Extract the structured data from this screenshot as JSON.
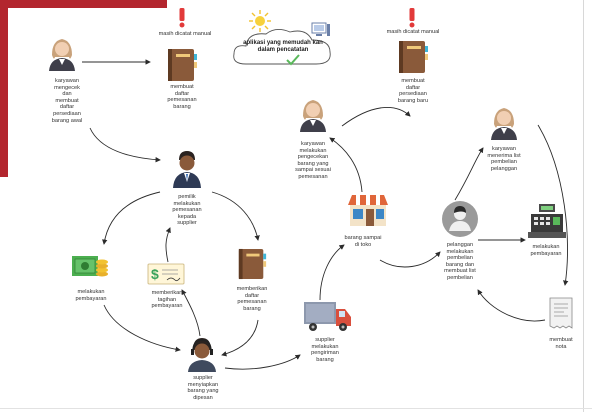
{
  "colors": {
    "frame": "#b3262e",
    "arrow": "#2b2b2b",
    "book": "#8a5a3a",
    "money": "#4caf50",
    "truck": "#d94f3d",
    "store": "#e0663a"
  },
  "labels": {
    "karyawan_cek": [
      "karyawan",
      "mengecek",
      "dan",
      "membuat",
      "daftar",
      "persediaan",
      "barang awal"
    ],
    "masih_manual_1": "masih dicatat manual",
    "buat_daftar_pesanan": [
      "membuat",
      "daftar",
      "pemesanan",
      "barang"
    ],
    "cloud": [
      "aplikasi yang memudah kan",
      "dalam pencatatan"
    ],
    "masih_manual_2": "masih dicatat manual",
    "buat_persediaan_baru": [
      "membuat",
      "daftar",
      "persediaan",
      "barang baru"
    ],
    "karyawan_pengecekan": [
      "karyawan",
      "melakukan",
      "pengecekan",
      "barang yang",
      "sampai sesuai",
      "pemesanan"
    ],
    "karyawan_terima_list": [
      "karyawan",
      "menerima list",
      "pembelian",
      "pelanggan"
    ],
    "pemilik": [
      "pemilik",
      "melakukan",
      "pemesanan",
      "kepada",
      "supplier"
    ],
    "barang_sampai": [
      "barang sampai",
      "di toko"
    ],
    "pelanggan": [
      "pelanggan",
      "melakukan",
      "pembelian",
      "barang dan",
      "membuat list",
      "pembelian"
    ],
    "bayar_kasir": [
      "melakukan",
      "pembayaran"
    ],
    "bayar_supplier": [
      "melakukan",
      "pembayaran"
    ],
    "tagihan": [
      "memberikan",
      "tagihan",
      "pembayaran"
    ],
    "berikan_daftar": [
      "memberikan",
      "daftar",
      "pemesanan",
      "barang"
    ],
    "supplier_kirim": [
      "supplier",
      "melakukan",
      "pengiriman",
      "barang"
    ],
    "nota": [
      "membuat",
      "nota"
    ],
    "supplier_siapkan": [
      "supplier",
      "menyiapkan",
      "barang yang",
      "dipesan"
    ]
  },
  "icons": [
    "person-female-icon",
    "exclamation-icon",
    "notebook-icon",
    "sun-icon",
    "cloud-icon",
    "computer-icon",
    "checkmark-icon",
    "businessman-icon",
    "money-stack-icon",
    "invoice-icon",
    "store-icon",
    "truck-icon",
    "headset-person-icon",
    "cash-register-icon",
    "receipt-icon",
    "customer-avatar-icon"
  ]
}
